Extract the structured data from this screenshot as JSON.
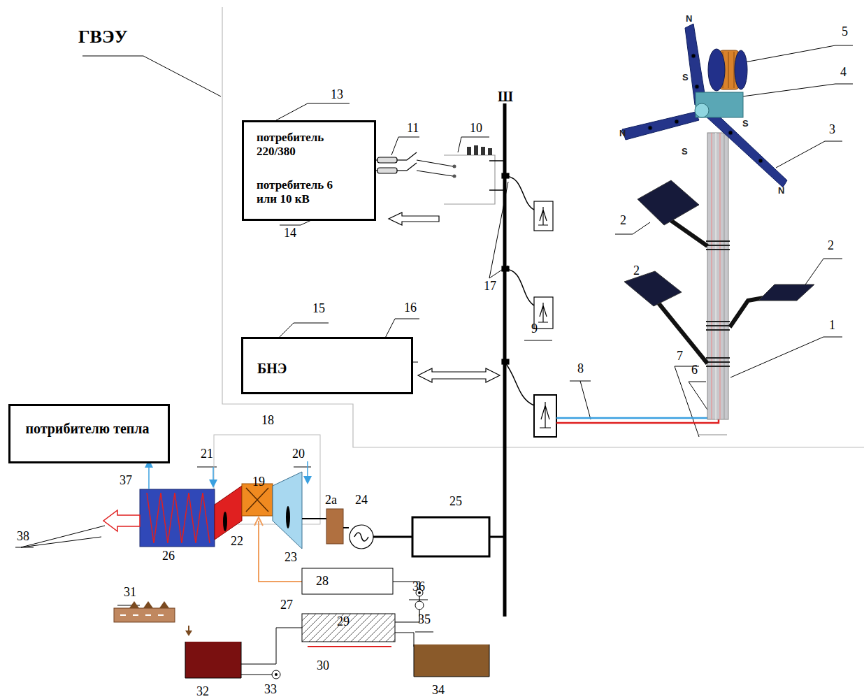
{
  "diagram": {
    "nodes": [
      {
        "text": [
          "потребитель 220/380",
          "потребитель 6 или 10 кВ"
        ]
      },
      {
        "text": [
          "БНЭ"
        ]
      },
      {
        "text": [
          "потрибителю тепла"
        ]
      }
    ],
    "labels": [
      "ГВЭУ",
      "13",
      "11",
      "10",
      "14",
      "15",
      "16",
      "17",
      "Ш",
      "5",
      "4",
      "3",
      "2",
      "2",
      "2",
      "1",
      "7",
      "6",
      "8",
      "9",
      "18",
      "21",
      "20",
      "19",
      "2а",
      "24",
      "25",
      "22",
      "23",
      "26",
      "37",
      "38",
      "27",
      "28",
      "36",
      "35",
      "31",
      "29",
      "30",
      "32",
      "33",
      "34",
      "N",
      "S",
      "S",
      "N",
      "S",
      "N"
    ]
  }
}
